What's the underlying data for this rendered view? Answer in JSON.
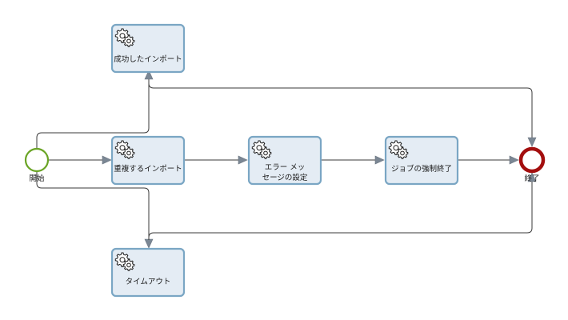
{
  "events": {
    "start": {
      "label": "開始",
      "color": "#6aa425"
    },
    "end": {
      "label": "終了",
      "color": "#a30e0e"
    }
  },
  "tasks": {
    "import_success": {
      "label_line1": "成功したインポート",
      "label_line2": "",
      "icon": "gear-icon"
    },
    "import_duplicate": {
      "label_line1": "重複するインポート",
      "label_line2": "",
      "icon": "gear-icon"
    },
    "set_error_message": {
      "label_line1": "エラー メッ",
      "label_line2": "セージの設定",
      "icon": "gear-icon"
    },
    "force_end_job": {
      "label_line1": "ジョブの強制終了",
      "label_line2": "",
      "icon": "gear-icon"
    },
    "timeout": {
      "label_line1": "タイムアウト",
      "label_line2": "",
      "icon": "gear-icon"
    }
  },
  "colors": {
    "task_fill": "#e4ecf4",
    "task_border": "#7aa6c4",
    "edge": "#3a3a3a",
    "arrowhead": "#7b8794"
  }
}
